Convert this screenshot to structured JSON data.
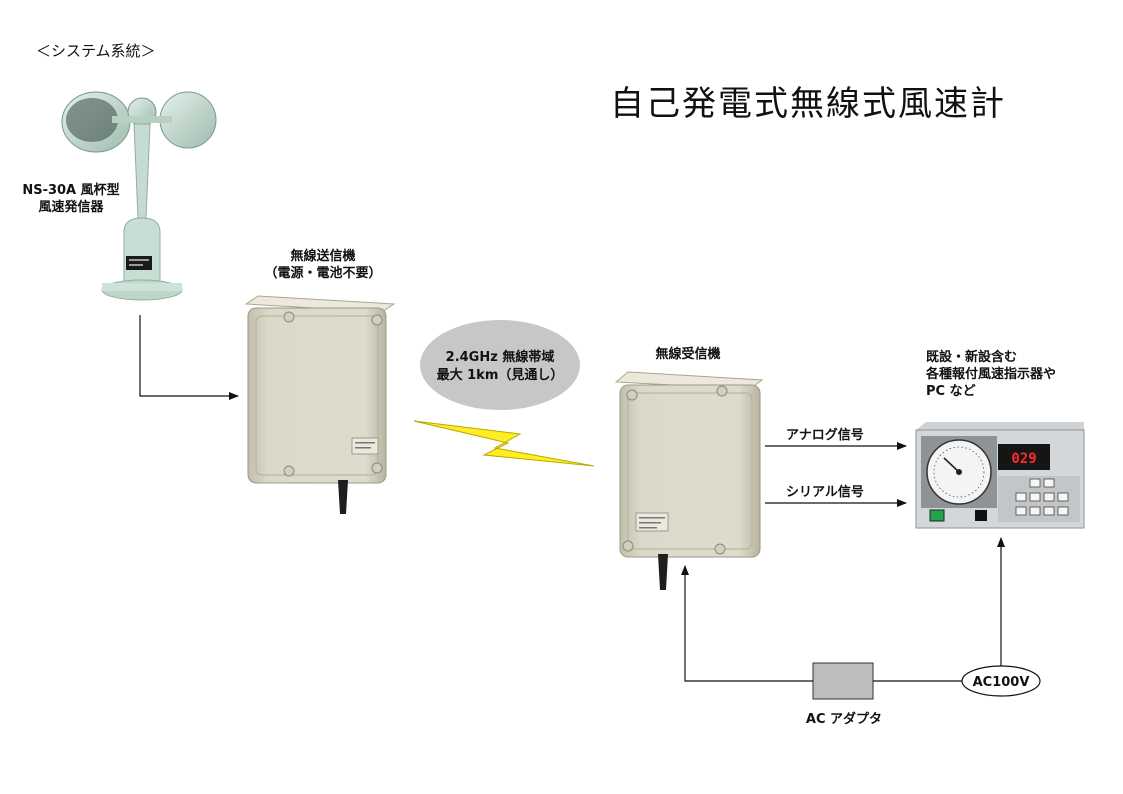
{
  "system_label": "＜システム系統＞",
  "title": "自己発電式無線式風速計",
  "anemometer": {
    "line1": "NS-30A 風杯型",
    "line2": "風速発信器"
  },
  "transmitter": {
    "line1": "無線送信機",
    "line2": "（電源・電池不要）"
  },
  "wireless": {
    "line1": "2.4GHz 無線帯域",
    "line2": "最大 1km（見通し）"
  },
  "receiver": {
    "line1": "無線受信機"
  },
  "indicator": {
    "line1": "既設・新設含む",
    "line2": "各種報付風速指示器や",
    "line3": "PC など",
    "display": "029"
  },
  "signals": {
    "analog": "アナログ信号",
    "serial": "シリアル信号"
  },
  "adapter": "AC アダプタ",
  "power": "AC100V",
  "colors": {
    "box": "#d9d6c6",
    "box_shade": "#bdb9a6",
    "anemometer": "#c9dcd2",
    "bolt": "#ffee22",
    "ellipse": "#c7c7c7",
    "display_digits": "#ff2a2a"
  }
}
